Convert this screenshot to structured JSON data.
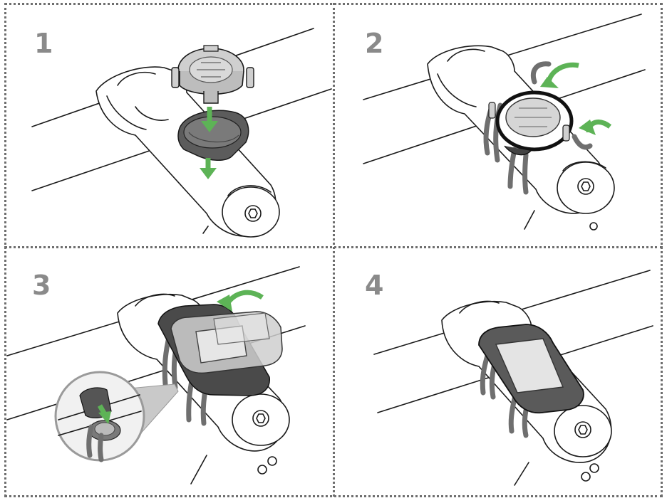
{
  "figure": {
    "steps": [
      {
        "number": "1",
        "icon": "mount-base-placement-icon"
      },
      {
        "number": "2",
        "icon": "strap-wrap-icon"
      },
      {
        "number": "3",
        "icon": "device-attach-icon"
      },
      {
        "number": "4",
        "icon": "device-mounted-icon"
      }
    ]
  },
  "colors": {
    "border": "#6e6e6e",
    "step_number": "#8a8a8a",
    "arrow_green": "#5db356",
    "line": "#1a1a1a",
    "device_dark": "#5a5a5a",
    "strap_gray": "#6f6f6f"
  }
}
